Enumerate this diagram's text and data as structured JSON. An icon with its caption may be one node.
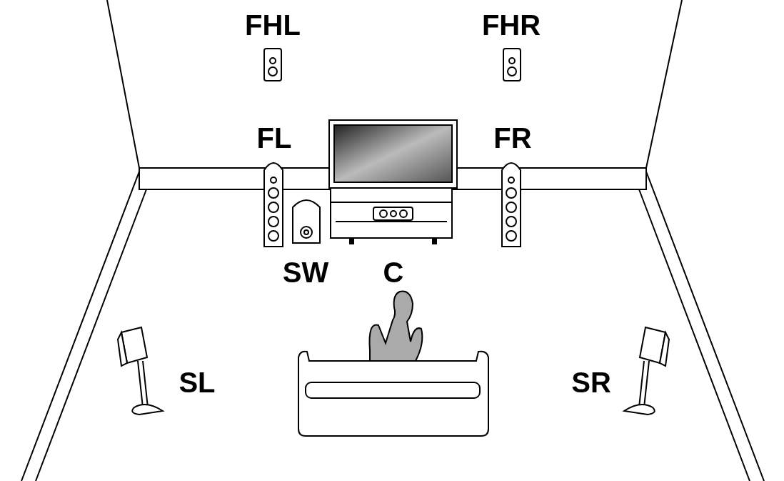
{
  "diagram": {
    "labels": [
      "FHL",
      "FHR",
      "FL",
      "FR",
      "SW",
      "C",
      "SL",
      "SR"
    ]
  }
}
